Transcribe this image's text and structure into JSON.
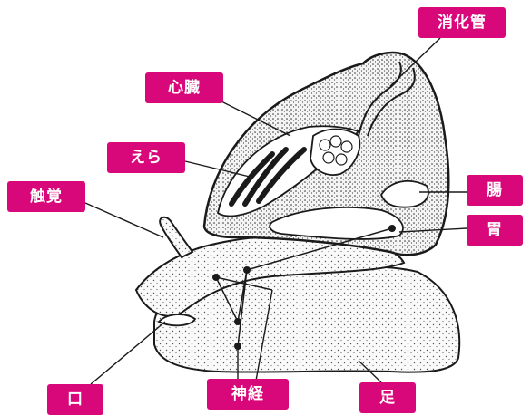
{
  "labels": {
    "digestive_tract": "消化管",
    "heart": "心臓",
    "gills": "えら",
    "feeler": "触覚",
    "intestine": "腸",
    "stomach": "胃",
    "mouth": "口",
    "nerve": "神経",
    "foot": "足"
  },
  "colors": {
    "label_bg": "#d9087a",
    "label_text": "#ffffff",
    "ink": "#1a1a1a",
    "stipple": "#555555"
  }
}
